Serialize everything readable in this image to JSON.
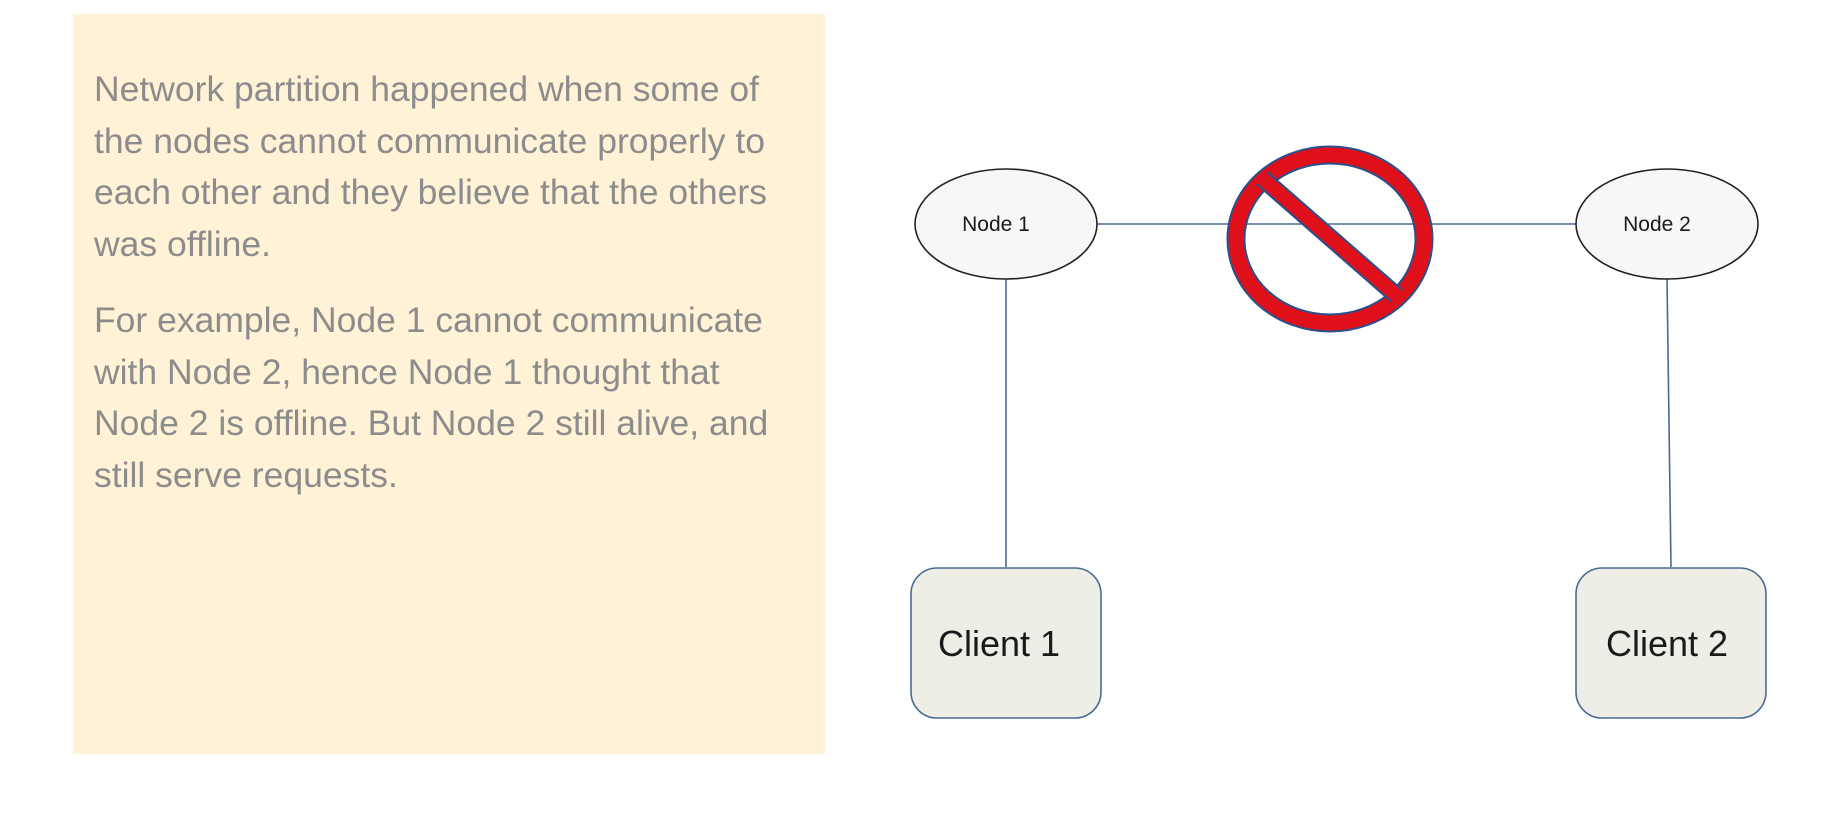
{
  "note": {
    "paragraph_1": "Network partition happened when some of the nodes cannot communicate properly to each other and they believe that the others was offline.",
    "paragraph_2": "For example, Node 1 cannot communicate with Node 2, hence Node 1 thought that Node 2 is offline. But Node 2 still alive, and still serve requests."
  },
  "diagram": {
    "nodes": [
      {
        "label": "Node 1"
      },
      {
        "label": "Node 2"
      }
    ],
    "clients": [
      {
        "label": "Client 1"
      },
      {
        "label": "Client 2"
      }
    ],
    "partition_icon": "no-entry-icon"
  },
  "colors": {
    "note_background": "#fff2d6",
    "note_text": "#8c8c8c",
    "link_line": "#4a6a94",
    "node_fill": "#f7f7f7",
    "client_fill": "#eeeee6",
    "prohibited_red": "#e0101a"
  }
}
